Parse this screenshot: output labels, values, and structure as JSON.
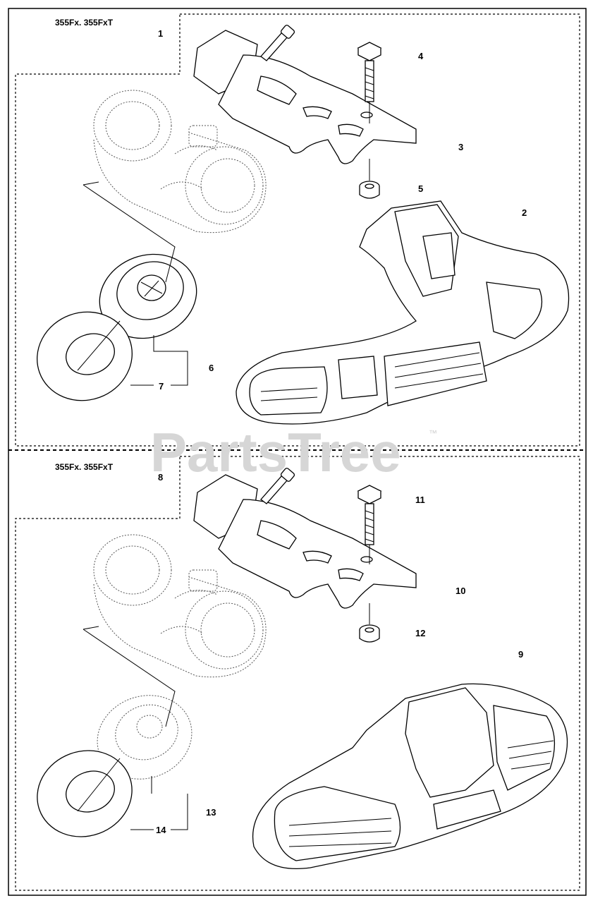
{
  "diagram": {
    "watermark": "PartsTree",
    "trademark": "™",
    "sections": [
      {
        "model": "355Fx. 355FxT",
        "labels": {
          "p1": "1",
          "p2": "2",
          "p3": "3",
          "p4": "4",
          "p5": "5",
          "p6": "6",
          "p7": "7"
        }
      },
      {
        "model": "355Fx. 355FxT",
        "labels": {
          "p8": "8",
          "p9": "9",
          "p10": "10",
          "p11": "11",
          "p12": "12",
          "p13": "13",
          "p14": "14"
        }
      }
    ]
  }
}
